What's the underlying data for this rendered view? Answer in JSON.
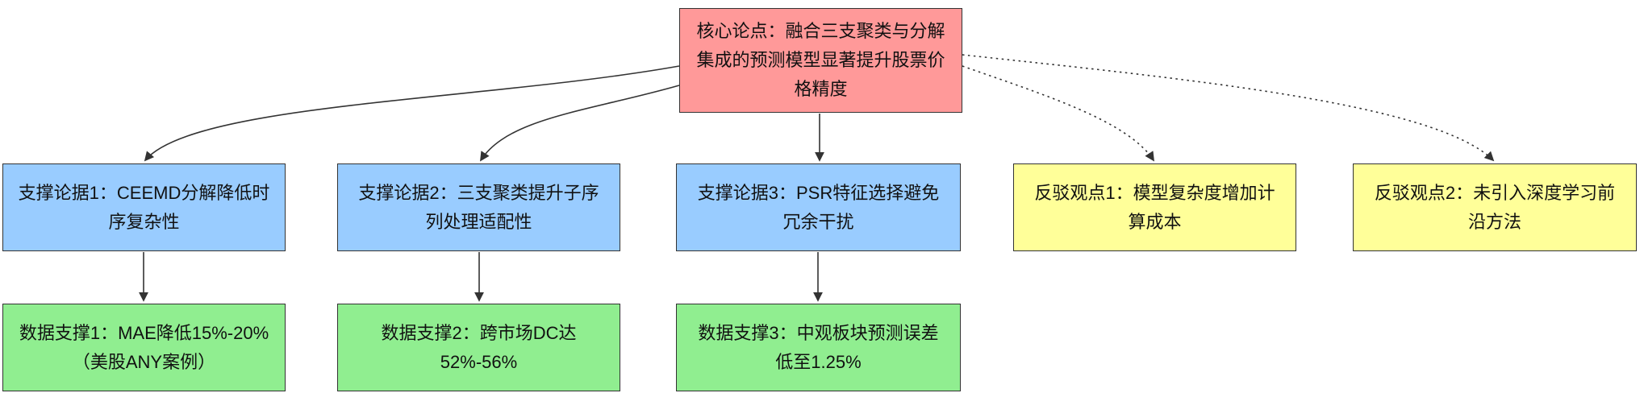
{
  "diagram": {
    "type": "flowchart",
    "nodes": {
      "core": {
        "id": "core",
        "role": "thesis",
        "label": "核心论点：融合三支聚类与分解集成的预测模型显著提升股票价格精度"
      },
      "support1": {
        "id": "support1",
        "role": "support",
        "label": "支撑论据1：CEEMD分解降低时序复杂性"
      },
      "support2": {
        "id": "support2",
        "role": "support",
        "label": "支撑论据2：三支聚类提升子序列处理适配性"
      },
      "support3": {
        "id": "support3",
        "role": "support",
        "label": "支撑论据3：PSR特征选择避免冗余干扰"
      },
      "counter1": {
        "id": "counter1",
        "role": "counter",
        "label": "反驳观点1：模型复杂度增加计算成本"
      },
      "counter2": {
        "id": "counter2",
        "role": "counter",
        "label": "反驳观点2：未引入深度学习前沿方法"
      },
      "data1": {
        "id": "data1",
        "role": "evidence",
        "label": "数据支撑1：MAE降低15%-20%（美股ANY案例）"
      },
      "data2": {
        "id": "data2",
        "role": "evidence",
        "label": "数据支撑2：跨市场DC达52%-56%"
      },
      "data3": {
        "id": "data3",
        "role": "evidence",
        "label": "数据支撑3：中观板块预测误差低至1.25%"
      }
    },
    "edges": [
      {
        "from": "core",
        "to": "support1",
        "style": "solid"
      },
      {
        "from": "core",
        "to": "support2",
        "style": "solid"
      },
      {
        "from": "core",
        "to": "support3",
        "style": "solid"
      },
      {
        "from": "core",
        "to": "counter1",
        "style": "dotted"
      },
      {
        "from": "core",
        "to": "counter2",
        "style": "dotted"
      },
      {
        "from": "support1",
        "to": "data1",
        "style": "solid"
      },
      {
        "from": "support2",
        "to": "data2",
        "style": "solid"
      },
      {
        "from": "support3",
        "to": "data3",
        "style": "solid"
      }
    ],
    "colors": {
      "thesis_fill": "#ff9999",
      "support_fill": "#99ccff",
      "counter_fill": "#ffff99",
      "data_fill": "#90ee90",
      "border": "#333333",
      "edge": "#333333"
    }
  }
}
